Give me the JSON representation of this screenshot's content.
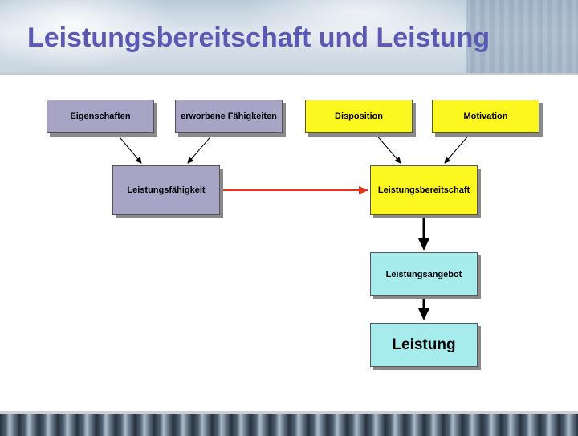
{
  "title": "Leistungsbereitschaft und Leistung",
  "boxes": {
    "eigenschaften": "Eigenschaften",
    "faehigkeiten": "erworbene Fähigkeiten",
    "disposition": "Disposition",
    "motivation": "Motivation",
    "leistungsfaehigkeit": "Leistungsfähigkeit",
    "leistungsbereitschaft": "Leistungsbereitschaft",
    "leistungsangebot": "Leistungsangebot",
    "leistung": "Leistung"
  },
  "colors": {
    "title": "#5a5ab4",
    "purple_box": "#a8a4c6",
    "yellow_box": "#fcf81f",
    "cyan_box": "#a6ecec",
    "highlight_arrow": "#e8331c"
  }
}
